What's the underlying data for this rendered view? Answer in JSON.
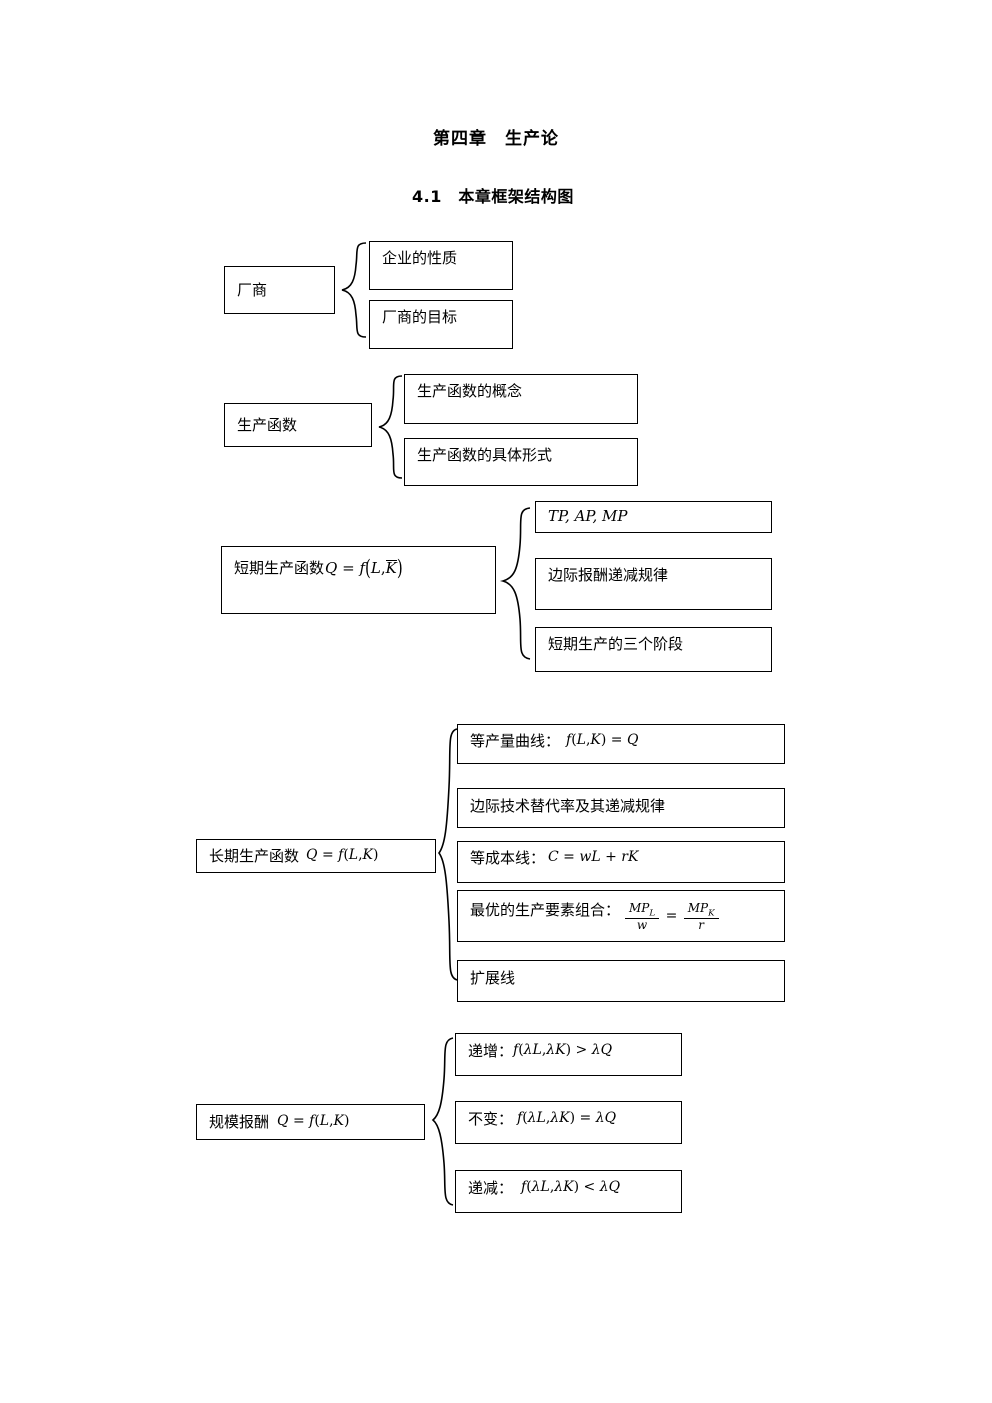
{
  "document": {
    "chapter_title": "第四章　生产论",
    "section_title": "4.1　本章框架结构图"
  },
  "diagram": {
    "type": "bracket-tree",
    "groups": [
      {
        "id": "firm",
        "parent": "厂商",
        "children": [
          "企业的性质",
          "厂商的目标"
        ]
      },
      {
        "id": "production-function",
        "parent": "生产函数",
        "children": [
          "生产函数的概念",
          "生产函数的具体形式"
        ]
      },
      {
        "id": "short-run",
        "parent_prefix": "短期生产函数",
        "parent_formula": "Q = f(L, K̄)",
        "children": [
          "TP, AP, MP",
          "边际报酬递减规律",
          "短期生产的三个阶段"
        ]
      },
      {
        "id": "long-run",
        "parent_prefix": "长期生产函数",
        "parent_formula": "Q = f(L,K)",
        "children": [
          {
            "label": "等产量曲线：",
            "formula": "f(L,K) = Q"
          },
          {
            "label": "边际技术替代率及其递减规律",
            "formula": ""
          },
          {
            "label": "等成本线：",
            "formula": "C = wL + rK"
          },
          {
            "label": "最优的生产要素组合：",
            "formula": "MP_L / w = MP_K / r"
          },
          {
            "label": "扩展线",
            "formula": ""
          }
        ]
      },
      {
        "id": "returns-to-scale",
        "parent_prefix": "规模报酬",
        "parent_formula": "Q = f(L,K)",
        "children": [
          {
            "label": "递增：",
            "formula": "f(λL, λK) > λQ"
          },
          {
            "label": "不变：",
            "formula": "f(λL, λK) = λQ"
          },
          {
            "label": "递减：",
            "formula": "f(λL, λK) < λQ"
          }
        ]
      }
    ]
  }
}
